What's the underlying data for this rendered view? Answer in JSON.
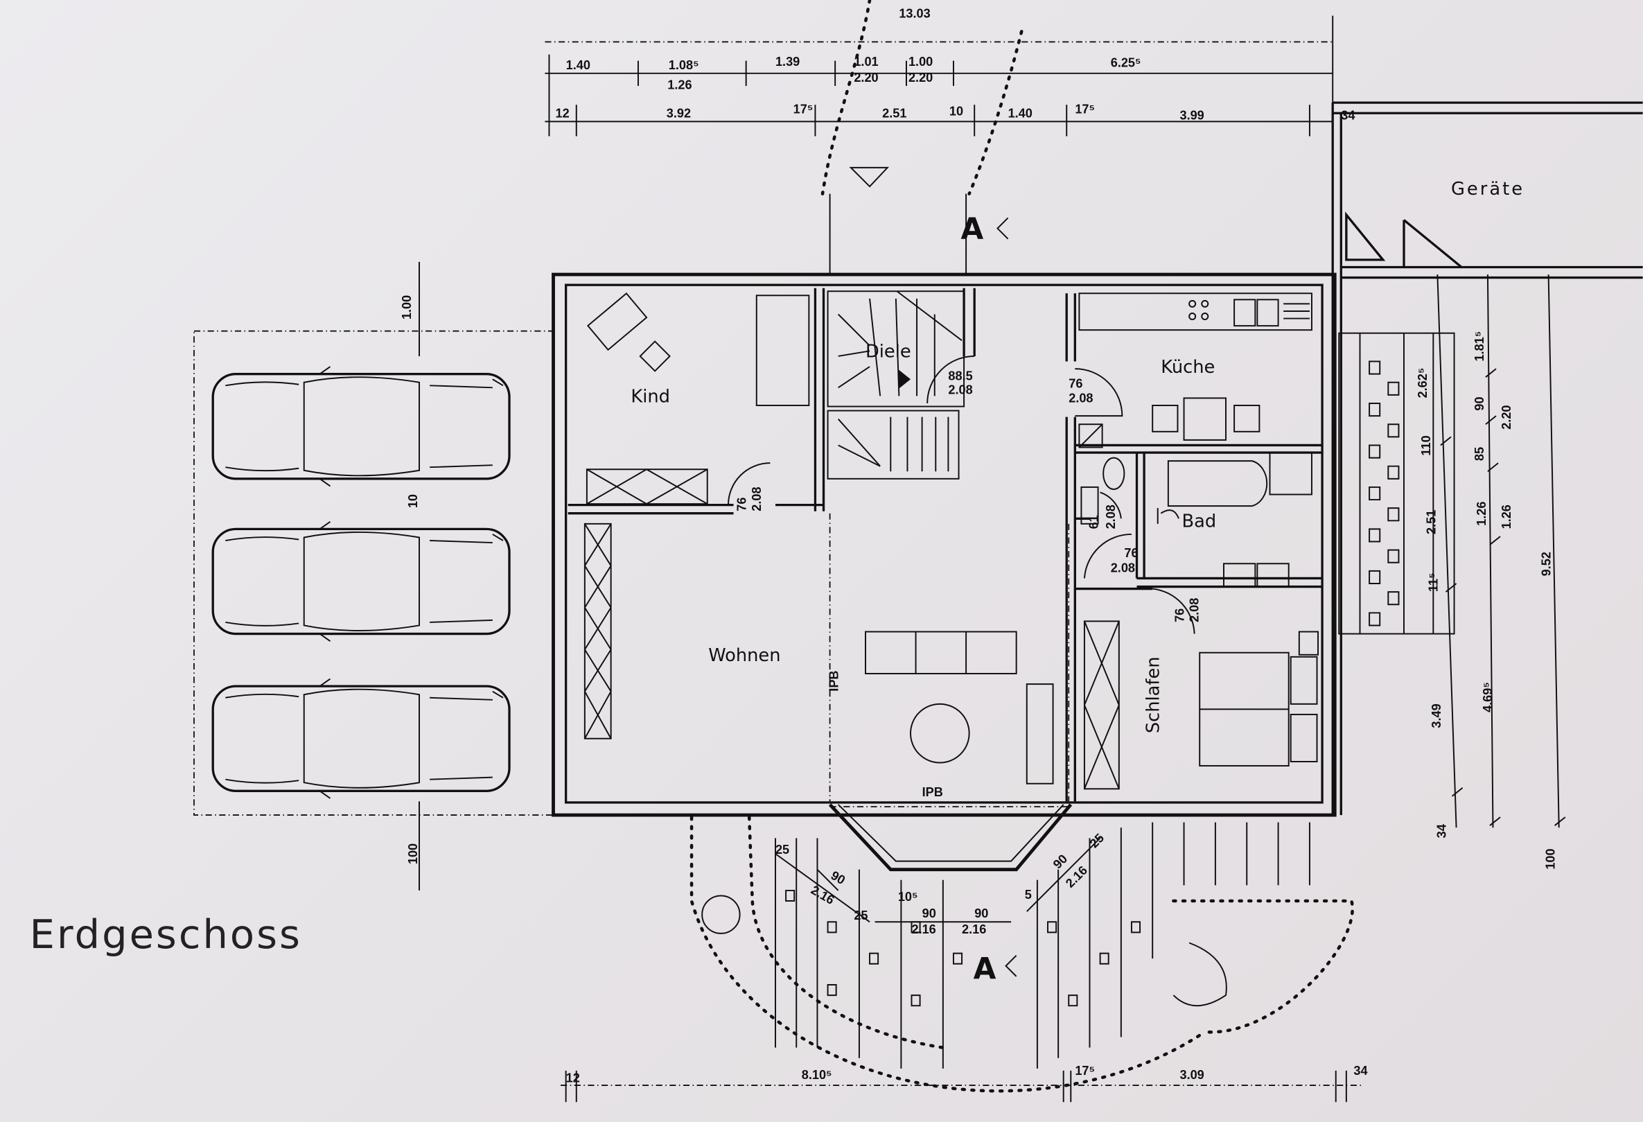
{
  "title": "Erdgeschoss",
  "rooms": {
    "kind": "Kind",
    "diele": "Diele",
    "kueche": "Küche",
    "bad": "Bad",
    "wohnen": "Wohnen",
    "schlafen": "Schlafen",
    "geraete": "Geräte"
  },
  "section_mark": "A",
  "beam_label": "IPB",
  "top_dims": {
    "overall": "13.03",
    "row1": [
      "1.40",
      "1.08⁵",
      "1.39",
      "1.01",
      "1.00",
      "6.25⁵"
    ],
    "row1_sub": [
      "1.26",
      "2.20",
      "2.20"
    ],
    "row2": [
      "12",
      "3.92",
      "17⁵",
      "2.51",
      "10",
      "1.40",
      "17⁵",
      "3.99",
      "34"
    ]
  },
  "door_dims": {
    "diele": [
      "88.5",
      "2.08"
    ],
    "kueche": [
      "76",
      "2.08"
    ],
    "kind": [
      "76",
      "2.08"
    ],
    "bad": [
      "76",
      "2.08"
    ],
    "schlafen": [
      "76",
      "2.08"
    ],
    "wc": [
      "61",
      "2.08"
    ]
  },
  "right_dims": {
    "col1": [
      "2.62⁵",
      "110",
      "2.51",
      "11⁵",
      "3.49",
      "34"
    ],
    "col2": [
      "1.81⁵",
      "90",
      "85",
      "1.26",
      "4.69⁵"
    ],
    "col3": [
      "2.20",
      "1.26"
    ],
    "col4": [
      "9.52",
      "100"
    ]
  },
  "carport_dims": [
    "1.00",
    "100",
    "10"
  ],
  "bay_dims": [
    "25",
    "90",
    "2.16",
    "25",
    "10⁵",
    "90",
    "2.16",
    "90",
    "2.16",
    "5",
    "90",
    "2.16",
    "25"
  ],
  "bottom_dims": [
    "12",
    "8.10⁵",
    "17⁵",
    "3.09",
    "34"
  ]
}
